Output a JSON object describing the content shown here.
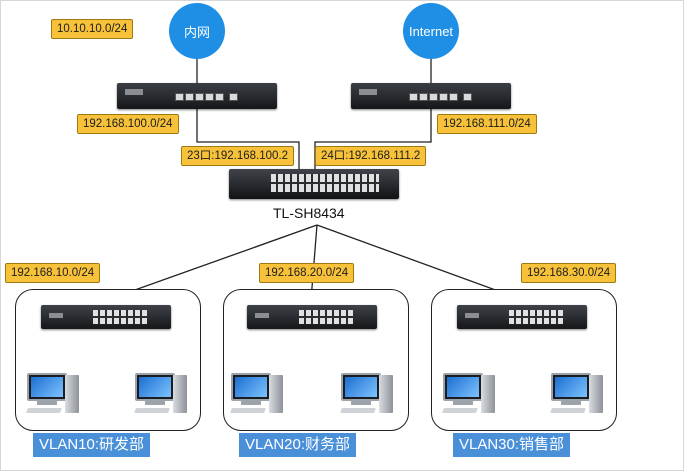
{
  "nodes": {
    "intranet": "内网",
    "internet": "Internet",
    "core_switch": "TL-SH8434"
  },
  "tags": {
    "intranet_net": "10.10.10.0/24",
    "left_router_net": "192.168.100.0/24",
    "right_router_net": "192.168.111.0/24",
    "port23": "23口:192.168.100.2",
    "port24": "24口:192.168.111.2",
    "vlan10_net": "192.168.10.0/24",
    "vlan20_net": "192.168.20.0/24",
    "vlan30_net": "192.168.30.0/24"
  },
  "vlans": [
    "VLAN10:研发部",
    "VLAN20:财务部",
    "VLAN30:销售部"
  ],
  "colors": {
    "tag_fill": "#f7c23a",
    "cloud_fill": "#1f8fe6",
    "vlan_fill": "#4a90d9"
  }
}
